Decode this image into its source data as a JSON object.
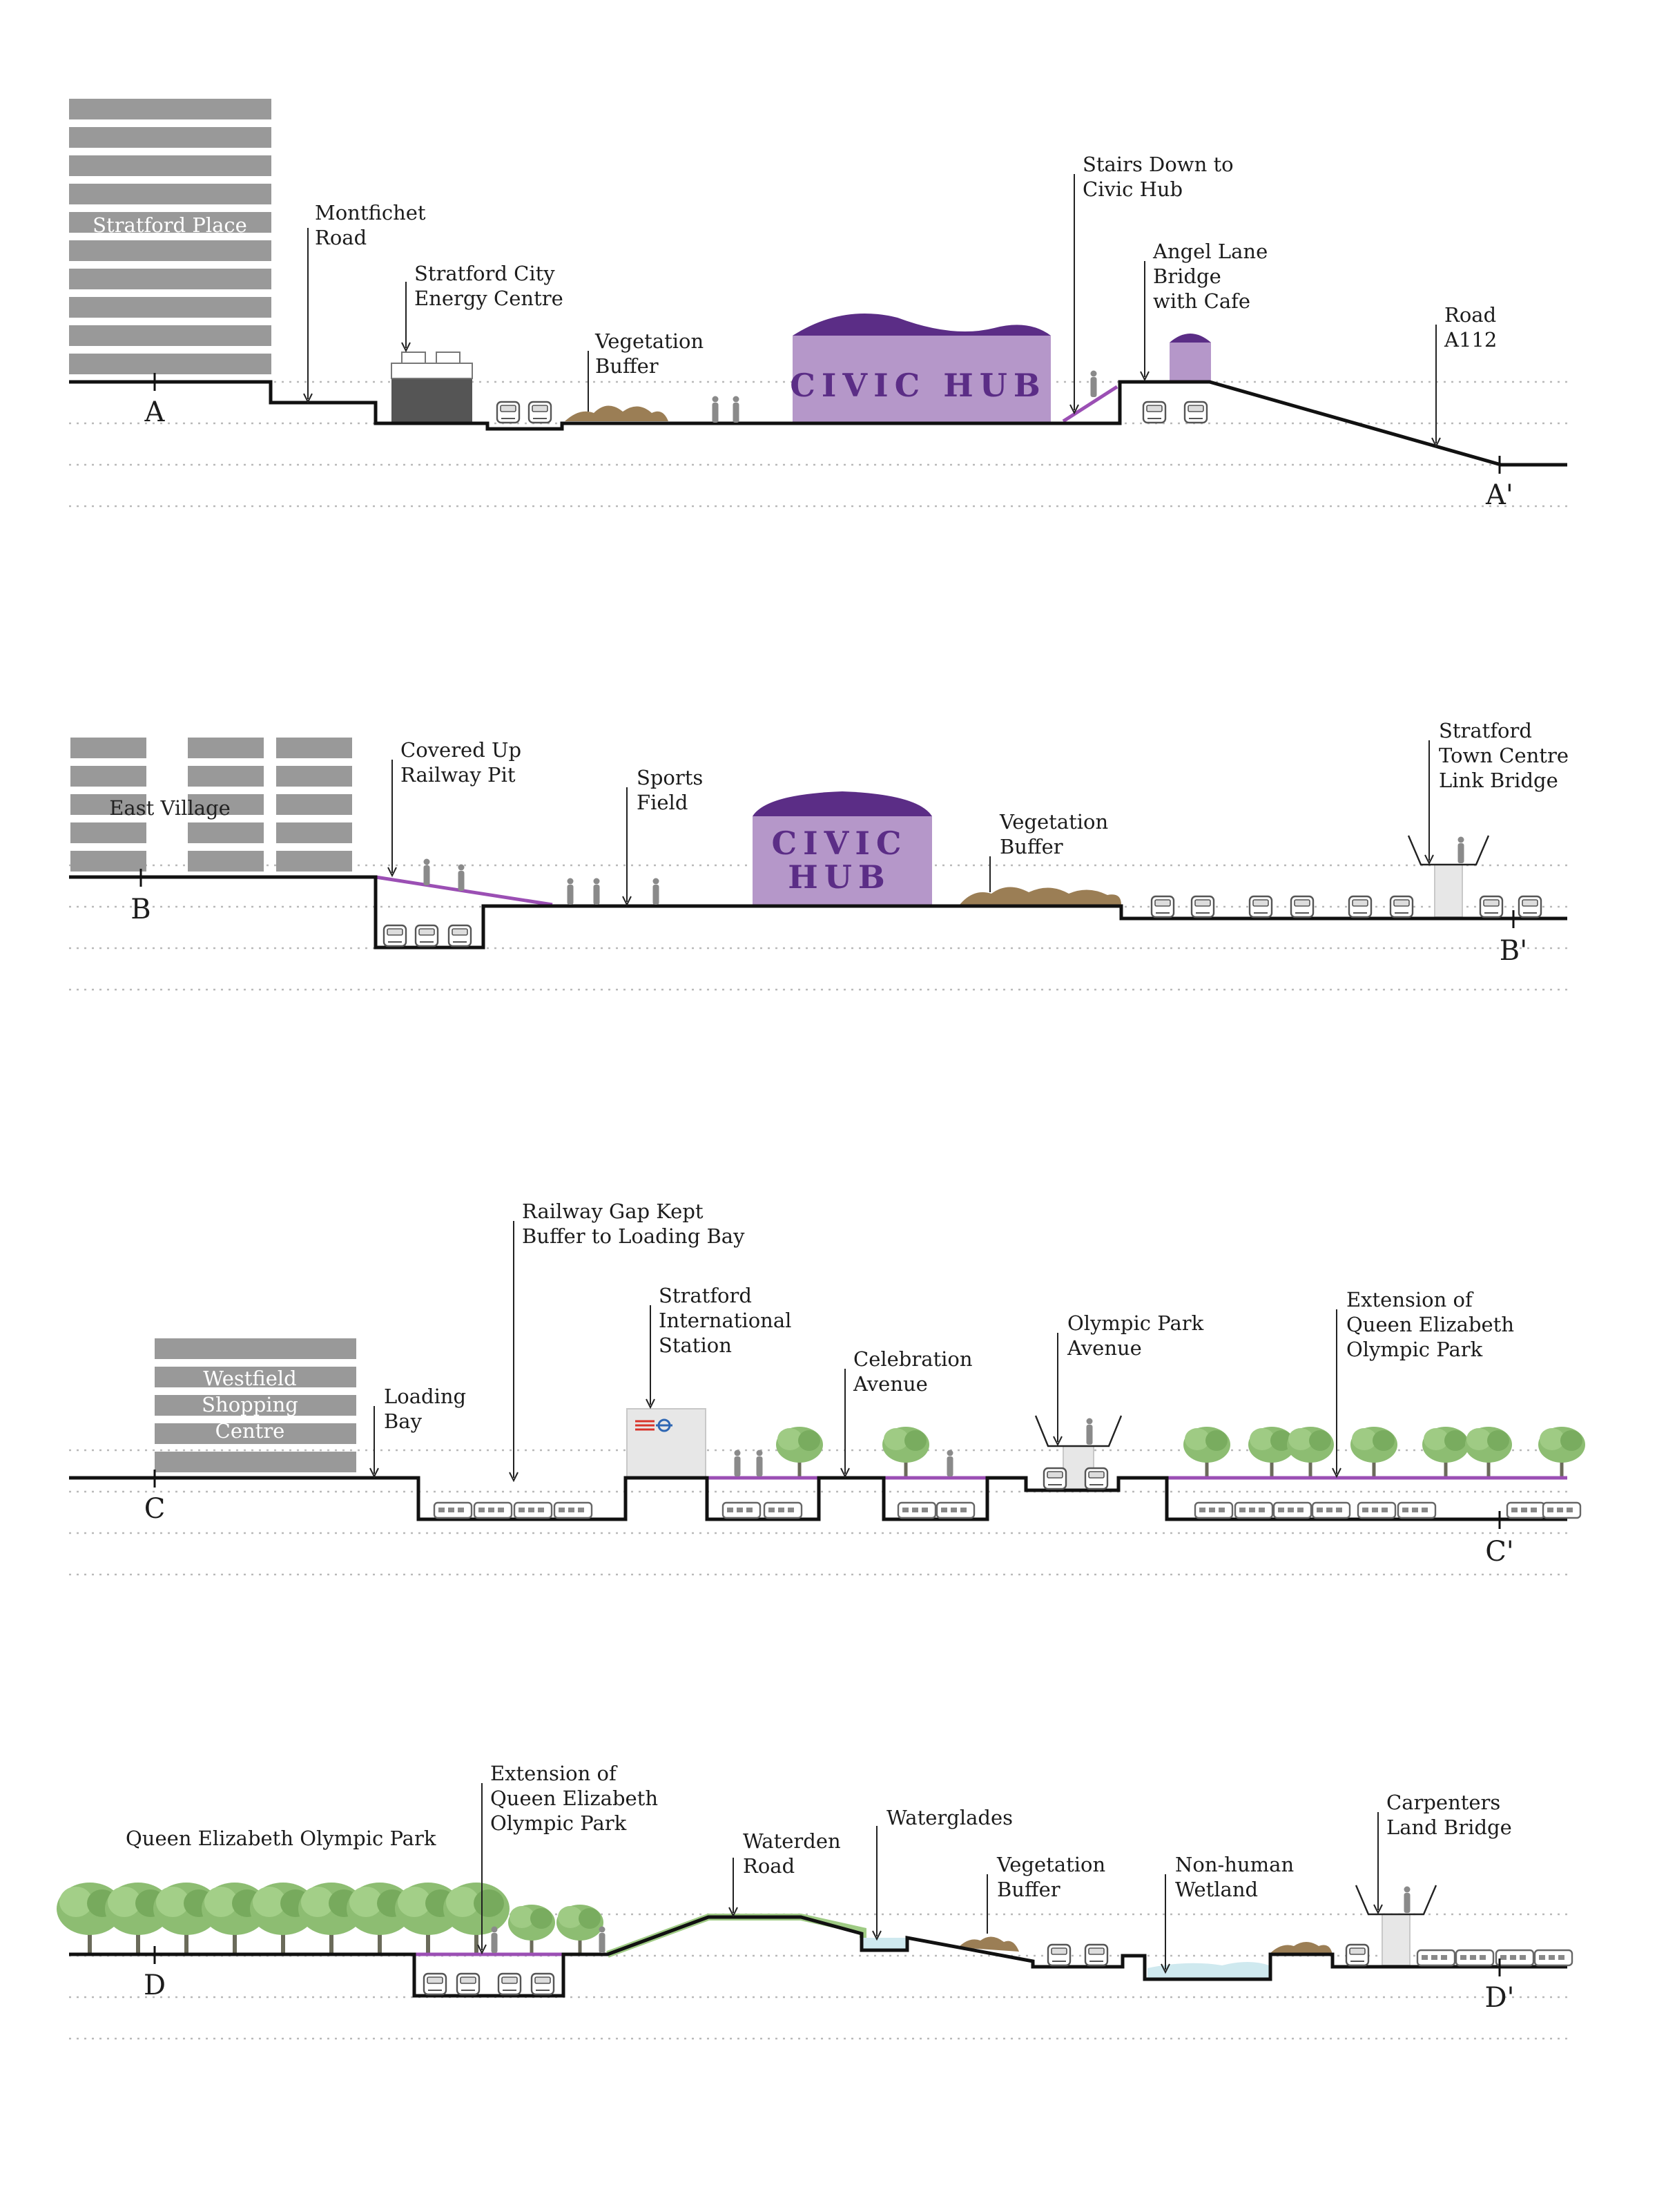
{
  "sections": {
    "a": {
      "start": "A",
      "end": "A'",
      "labels": {
        "stratford_place": "Stratford Place",
        "montfichet": [
          "Montfichet",
          "Road"
        ],
        "energy_centre": [
          "Stratford City",
          "Energy Centre"
        ],
        "vegetation": [
          "Vegetation",
          "Buffer"
        ],
        "civic_hub": "CIVIC HUB",
        "stairs": [
          "Stairs Down to",
          "Civic Hub"
        ],
        "angel_lane": [
          "Angel Lane",
          "Bridge",
          "with Cafe"
        ],
        "road_a112": [
          "Road",
          "A112"
        ]
      }
    },
    "b": {
      "start": "B",
      "end": "B'",
      "labels": {
        "east_village": "East Village",
        "covered_pit": [
          "Covered Up",
          "Railway Pit"
        ],
        "sports_field": [
          "Sports",
          "Field"
        ],
        "civic_hub": [
          "CIVIC",
          "HUB"
        ],
        "vegetation": [
          "Vegetation",
          "Buffer"
        ],
        "link_bridge": [
          "Stratford",
          "Town Centre",
          "Link Bridge"
        ]
      }
    },
    "c": {
      "start": "C",
      "end": "C'",
      "labels": {
        "westfield": [
          "Westfield",
          "Shopping",
          "Centre"
        ],
        "loading_bay": [
          "Loading",
          "Bay"
        ],
        "railway_gap": [
          "Railway Gap Kept",
          "Buffer to Loading Bay"
        ],
        "station": [
          "Stratford",
          "International",
          "Station"
        ],
        "celebration": [
          "Celebration",
          "Avenue"
        ],
        "olympic_avenue": [
          "Olympic Park",
          "Avenue"
        ],
        "extension": [
          "Extension of",
          "Queen Elizabeth",
          "Olympic Park"
        ]
      }
    },
    "d": {
      "start": "D",
      "end": "D'",
      "labels": {
        "qe_park": "Queen Elizabeth Olympic Park",
        "extension": [
          "Extension of",
          "Queen Elizabeth",
          "Olympic Park"
        ],
        "waterden": [
          "Waterden",
          "Road"
        ],
        "waterglades": "Waterglades",
        "vegetation": [
          "Vegetation",
          "Buffer"
        ],
        "wetland": [
          "Non-human",
          "Wetland"
        ],
        "carpenters": [
          "Carpenters",
          "Land Bridge"
        ]
      }
    }
  },
  "colors": {
    "civic_hub_fill": "#b597c9",
    "civic_hub_roof": "#5b2d86",
    "highlight_line": "#9b4fb4",
    "ground_line": "#111111",
    "building_grey": "#999999",
    "tree_green": "#7fb267",
    "vegetation_brown": "#9b7e55",
    "water": "#cfe9ef"
  }
}
